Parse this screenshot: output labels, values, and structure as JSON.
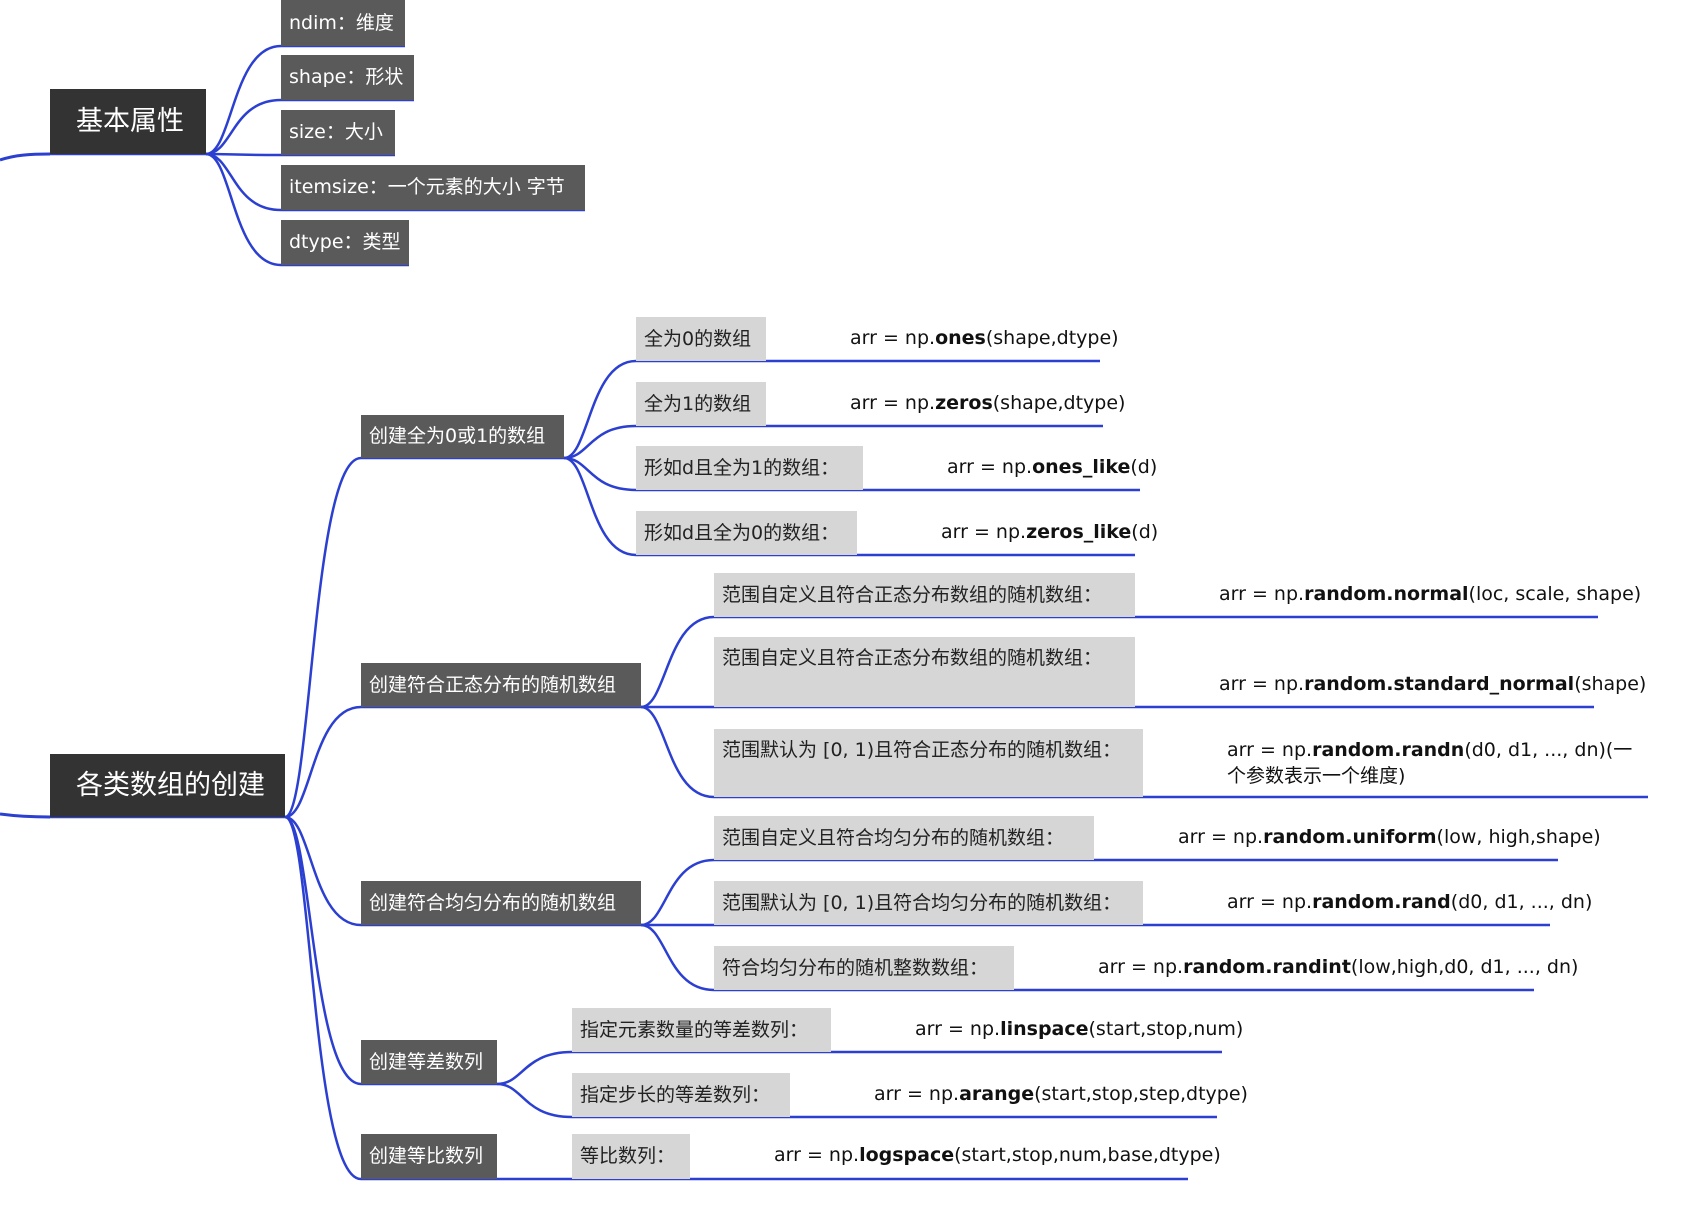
{
  "root1": {
    "label": "基本属性",
    "attributes": [
      "ndim：维度",
      "shape：形状",
      "size：大小",
      "itemsize：一个元素的大小 字节",
      "dtype：类型"
    ]
  },
  "root2": {
    "label": "各类数组的创建",
    "branches": [
      {
        "label": "创建全为0或1的数组",
        "items": [
          {
            "label": "全为0的数组",
            "code": {
              "pre": "arr = np.",
              "fn": "ones",
              "args": "(shape,dtype)"
            }
          },
          {
            "label": "全为1的数组",
            "code": {
              "pre": "arr = np.",
              "fn": "zeros",
              "args": "(shape,dtype)"
            }
          },
          {
            "label": "形如d且全为1的数组：",
            "code": {
              "pre": "arr = np.",
              "fn": "ones_like",
              "args": "(d)"
            }
          },
          {
            "label": "形如d且全为0的数组：",
            "code": {
              "pre": "arr = np.",
              "fn": "zeros_like",
              "args": "(d)"
            }
          }
        ]
      },
      {
        "label": "创建符合正态分布的随机数组",
        "items": [
          {
            "label": "范围自定义且符合正态分布数组的随机数组：",
            "code": {
              "pre": "arr = np.",
              "fn": "random.normal",
              "args": "(loc, scale, shape)"
            }
          },
          {
            "label": "范围自定义且符合正态分布数组的随机数组：",
            "code": {
              "pre": "arr = np.",
              "fn": "random.standard_normal",
              "args": "(shape)"
            }
          },
          {
            "label": "范围默认为 [0, 1)且符合正态分布的随机数组：",
            "code": {
              "pre": "arr = np.",
              "fn": "random.randn",
              "args": "(d0, d1, ..., dn)(一个参数表示一个维度)"
            }
          }
        ]
      },
      {
        "label": "创建符合均匀分布的随机数组",
        "items": [
          {
            "label": "范围自定义且符合均匀分布的随机数组：",
            "code": {
              "pre": "arr = np.",
              "fn": "random.uniform",
              "args": "(low, high,shape)"
            }
          },
          {
            "label": "范围默认为 [0, 1)且符合均匀分布的随机数组：",
            "code": {
              "pre": "arr = np.",
              "fn": "random.rand",
              "args": "(d0, d1, ..., dn)"
            }
          },
          {
            "label": "符合均匀分布的随机整数数组：",
            "code": {
              "pre": "arr = np.",
              "fn": "random.randint",
              "args": "(low,high,d0, d1, ..., dn)"
            }
          }
        ]
      },
      {
        "label": "创建等差数列",
        "items": [
          {
            "label": "指定元素数量的等差数列：",
            "code": {
              "pre": "arr = np.",
              "fn": "linspace",
              "args": "(start,stop,num)"
            }
          },
          {
            "label": "指定步长的等差数列：",
            "code": {
              "pre": "arr = np.",
              "fn": "arange",
              "args": "(start,stop,step,dtype)"
            }
          }
        ]
      },
      {
        "label": "创建等比数列",
        "items": [
          {
            "label": "等比数列：",
            "code": {
              "pre": "arr = np.",
              "fn": "logspace",
              "args": "(start,stop,num,base,dtype)"
            }
          }
        ]
      }
    ]
  },
  "colors": {
    "line": "#2b3fd1",
    "root_bg": "#333333",
    "mid_bg": "#5a5a5a",
    "sub_bg": "#d6d6d6"
  }
}
